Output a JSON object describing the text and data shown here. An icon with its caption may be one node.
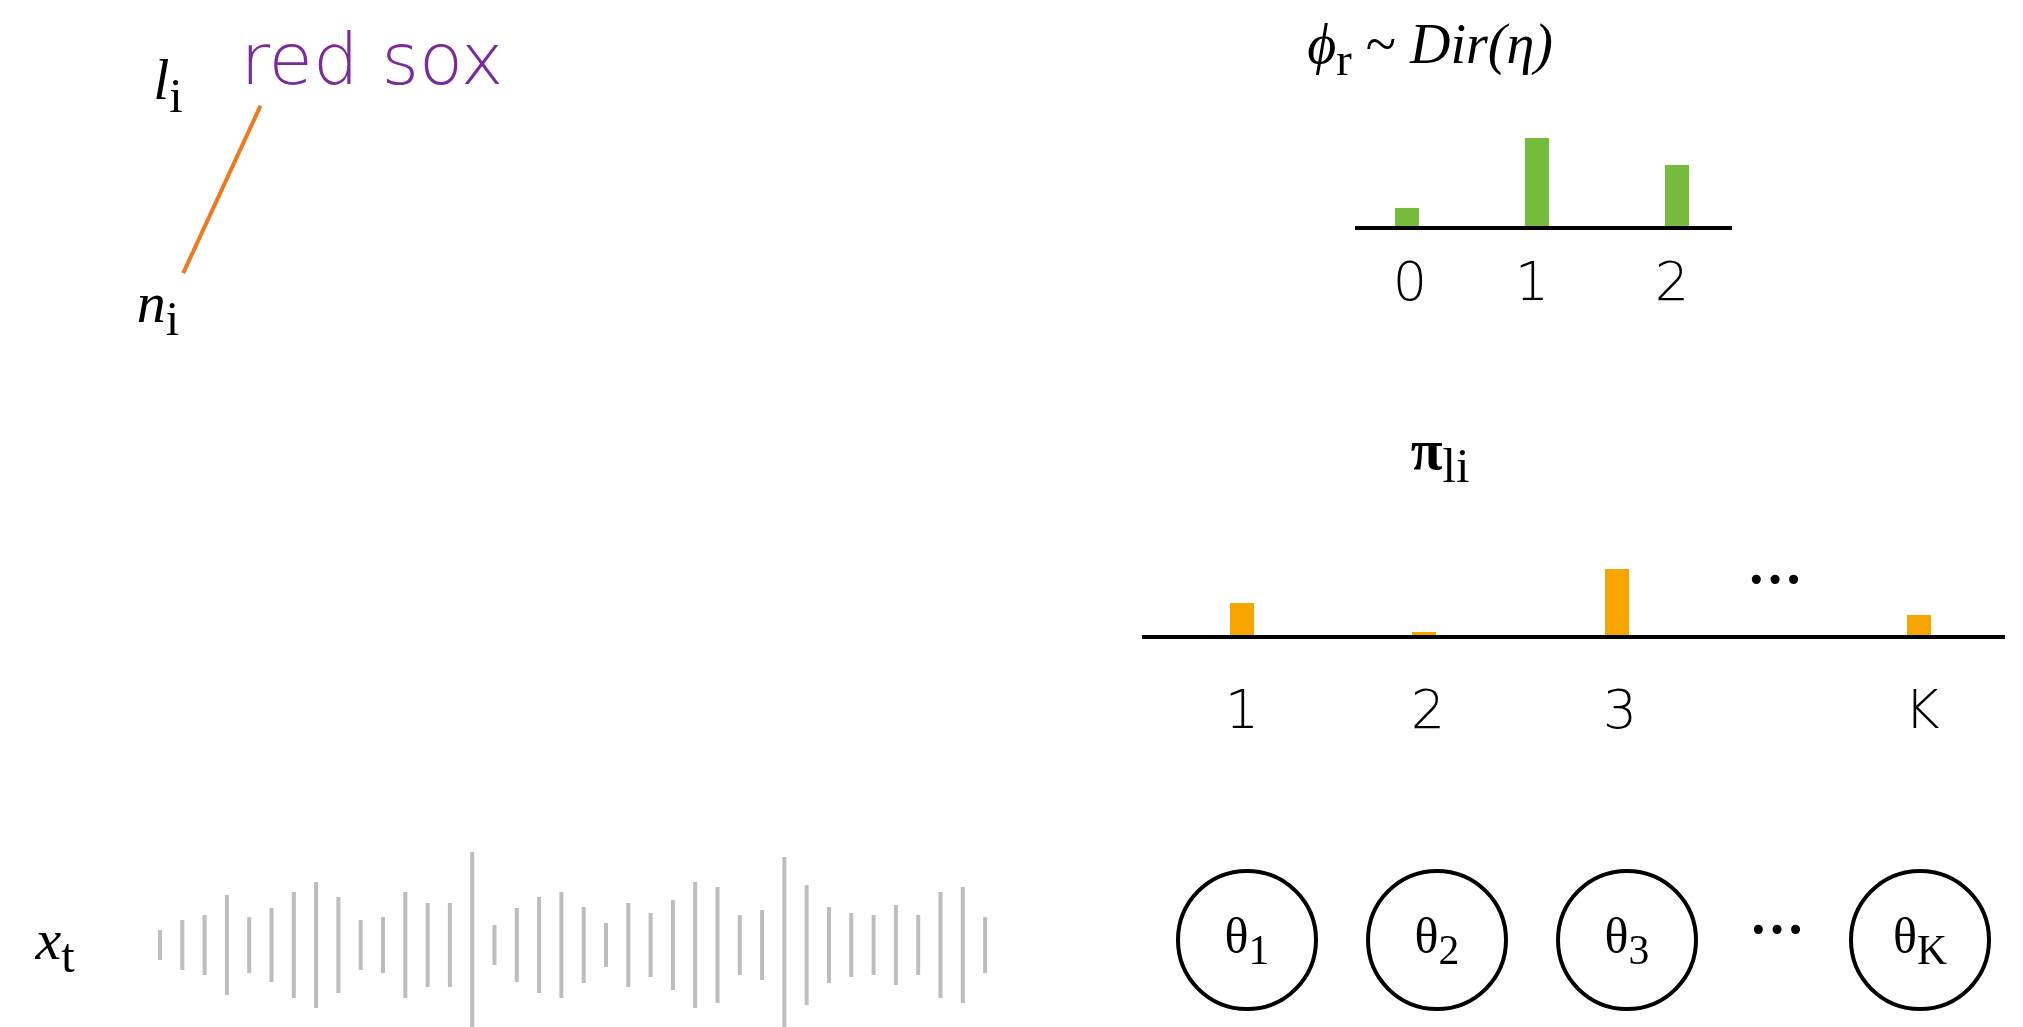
{
  "diagram": {
    "nodes": [
      {
        "text": [
          "red sox"
        ]
      },
      {
        "text": [
          "*n*$_{i}$"
        ]
      },
      {
        "text": [
          "θ$_{1}$"
        ]
      },
      {
        "text": [
          "θ$_{2}$"
        ]
      },
      {
        "text": [
          "θ$_{3}$"
        ]
      },
      {
        "text": [
          "θ$_{K}$"
        ]
      }
    ],
    "edges": [
      {
        "from": 1,
        "to": 0,
        "arrow": "none",
        "color": "#f07820"
      }
    ],
    "labels": [
      "*l*$_{i}$",
      "*ϕ*$_{r}$ ~ *Dir(η)*",
      "0",
      "1",
      "2",
      "**π**$_{l}$$_{i}$",
      "···",
      "1",
      "2",
      "3",
      "K",
      "*x*$_{t}$",
      "···"
    ]
  }
}
